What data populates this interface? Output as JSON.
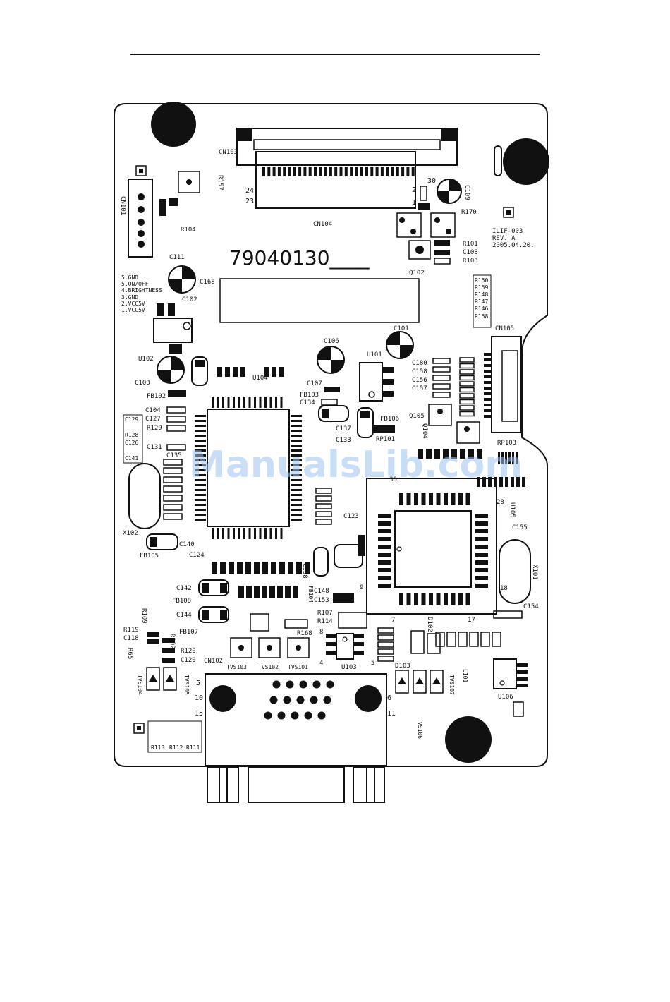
{
  "board": {
    "part_number": "79040130____",
    "revision_block": [
      "ILIF-003",
      "REV. A",
      "2005.04.20."
    ],
    "pin_legend": [
      "5.GND",
      "5.ON/OFF",
      "4.BRIGHTNESS",
      "3.GND",
      "2.VCC5V",
      "1.VCC5V"
    ],
    "watermark": "ManualsLib.com"
  },
  "labels": {
    "cn103": "CN103",
    "cn104": "CN104",
    "cn101": "CN101",
    "cn105": "CN105",
    "cn102": "CN102",
    "c109": "C109",
    "r170": "R170",
    "c168": "C168",
    "c102": "C102",
    "c111": "C111",
    "r104": "R104",
    "c106": "C106",
    "c101": "C101",
    "u101": "U101",
    "u102": "U102",
    "c103": "C103",
    "u104": "U104",
    "c107": "C107",
    "fb103": "FB103",
    "c134": "C134",
    "c137": "C137",
    "c133": "C133",
    "fb106": "FB106",
    "rp101": "RP101",
    "q105": "Q105",
    "q104": "Q104",
    "rp103": "RP103",
    "c180": "C180",
    "c158": "C158",
    "c156": "C156",
    "c157": "C157",
    "c104": "C104",
    "c127": "C127",
    "r129": "R129",
    "c131": "C131",
    "c135": "C135",
    "fb102": "FB102",
    "x102": "X102",
    "c140": "C140",
    "fb105": "FB105",
    "c124": "C124",
    "c142": "C142",
    "fb108": "FB108",
    "c144": "C144",
    "fb107": "FB107",
    "r120": "R120",
    "c120": "C120",
    "r119": "R119",
    "c118": "C118",
    "c123": "C123",
    "u103": "U103",
    "u105": "U105",
    "u106": "U106",
    "c155": "C155",
    "c154": "C154",
    "d102": "D102",
    "d103": "D103",
    "tvs101": "TVS101",
    "tvs102": "TVS102",
    "tvs103": "TVS103",
    "tvs104": "TVS104",
    "tvs105": "TVS105",
    "tvs106": "TVS106",
    "tvs107": "TVS107",
    "l101": "L101",
    "r101": "R101",
    "c108": "C108",
    "r103": "R103",
    "q102": "Q102",
    "r113": "R113",
    "r112": "R112",
    "r111": "R111",
    "r168": "R168",
    "r114": "R114",
    "r107": "R107",
    "c148": "C148",
    "c153": "C153",
    "r65": "R65",
    "r109": "R109",
    "r102": "R102",
    "x101": "X101",
    "r150": "R150",
    "r159": "R159",
    "r148": "R148",
    "r147": "R147",
    "r146": "R146",
    "r158": "R158",
    "fb104": "FB104",
    "r157": "R157",
    "c129": "C129",
    "r128": "R128",
    "c126": "C126",
    "c141": "C141",
    "c138": "C138"
  },
  "pins": {
    "p24": "24",
    "p23": "23",
    "p30": "30",
    "p2": "2",
    "p1": "1",
    "p5": "5",
    "p10": "10",
    "p15": "15",
    "p6": "6",
    "p11": "11",
    "p7": "7",
    "p17": "17",
    "p28": "28",
    "p18": "18",
    "p4": "4",
    "p8": "8",
    "p9": "9",
    "p36": "36"
  },
  "colors": {
    "ink": "#111111",
    "board": "#ffffff",
    "watermark": "#9ec2ee"
  }
}
